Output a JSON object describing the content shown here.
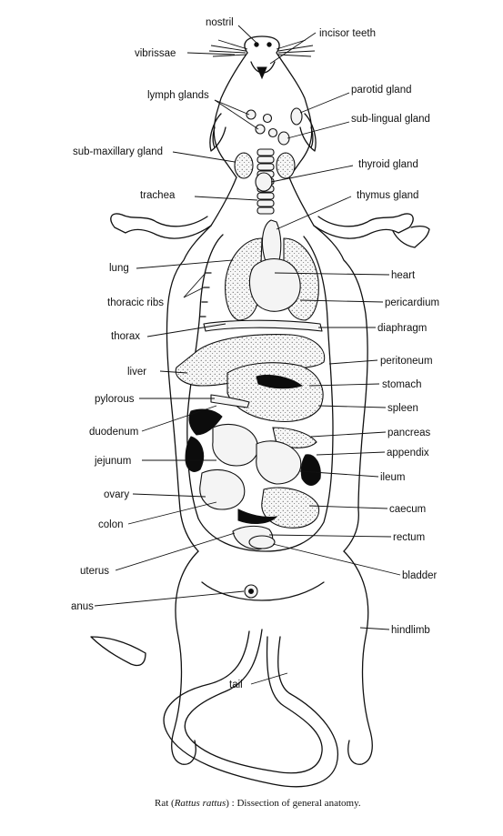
{
  "labels": {
    "nostril": "nostril",
    "incisor_teeth": "incisor  teeth",
    "vibrissae": "vibrissae",
    "lymph_glands": "lymph glands",
    "parotid_gland": "parotid gland",
    "sub_lingual_gland": "sub-lingual gland",
    "sub_maxillary_gland": "sub-maxillary gland",
    "thyroid_gland": "thyroid gland",
    "trachea": "trachea",
    "thymus_gland": "thymus gland",
    "lung": "lung",
    "heart": "heart",
    "thoracic_ribs": "thoracic ribs",
    "pericardium": "pericardium",
    "thorax": "thorax",
    "diaphragm": "diaphragm",
    "peritoneum": "peritoneum",
    "liver": "liver",
    "stomach": "stomach",
    "pylorous": "pylorous",
    "spleen": "spleen",
    "duodenum": "duodenum",
    "pancreas": "pancreas",
    "appendix": "appendix",
    "jejunum": "jejunum",
    "ileum": "ileum",
    "ovary": "ovary",
    "caecum": "caecum",
    "colon": "colon",
    "rectum": "rectum",
    "uterus": "uterus",
    "bladder": "bladder",
    "anus": "anus",
    "hindlimb": "hindlimb",
    "tail": "tail"
  },
  "caption": {
    "prefix": "Rat (",
    "species": "Rattus rattus",
    "suffix": ") : Dissection of general anatomy."
  }
}
